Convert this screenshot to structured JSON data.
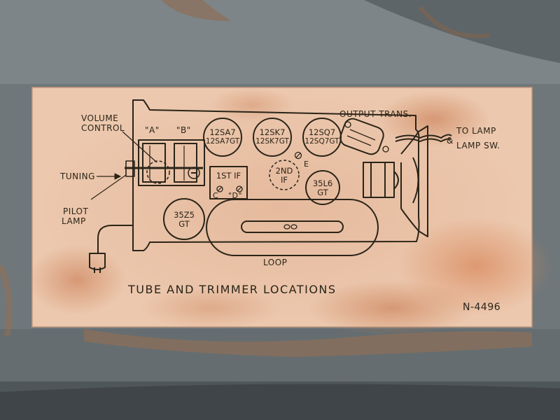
{
  "diagram": {
    "caption": "TUBE AND TRIMMER LOCATIONS",
    "code": "N-4496",
    "labels": {
      "volume_control_1": "VOLUME",
      "volume_control_2": "CONTROL",
      "gang_a": "\"A\"",
      "gang_b": "\"B\"",
      "tuning": "TUNING",
      "pilot_lamp_1": "PILOT",
      "pilot_lamp_2": "LAMP",
      "output_trans": "OUTPUT TRANS.",
      "to_lamp_1": "TO LAMP",
      "to_lamp_amp": "&",
      "to_lamp_2": "LAMP SW.",
      "loop": "LOOP",
      "trimmer_c": "C",
      "trimmer_d": "\"D\"",
      "trimmer_e": "E"
    },
    "tubes": [
      {
        "line1": "12SA7",
        "line2": "12SA7GT"
      },
      {
        "line1": "12SK7",
        "line2": "12SK7GT"
      },
      {
        "line1": "12SQ7",
        "line2": "12SQ7GT"
      },
      {
        "line1": "35L6",
        "line2": "GT"
      },
      {
        "line1": "35Z5",
        "line2": "GT"
      }
    ],
    "transformers": [
      {
        "line1": "1ST IF"
      },
      {
        "line1": "2ND",
        "line2": "IF"
      }
    ]
  }
}
